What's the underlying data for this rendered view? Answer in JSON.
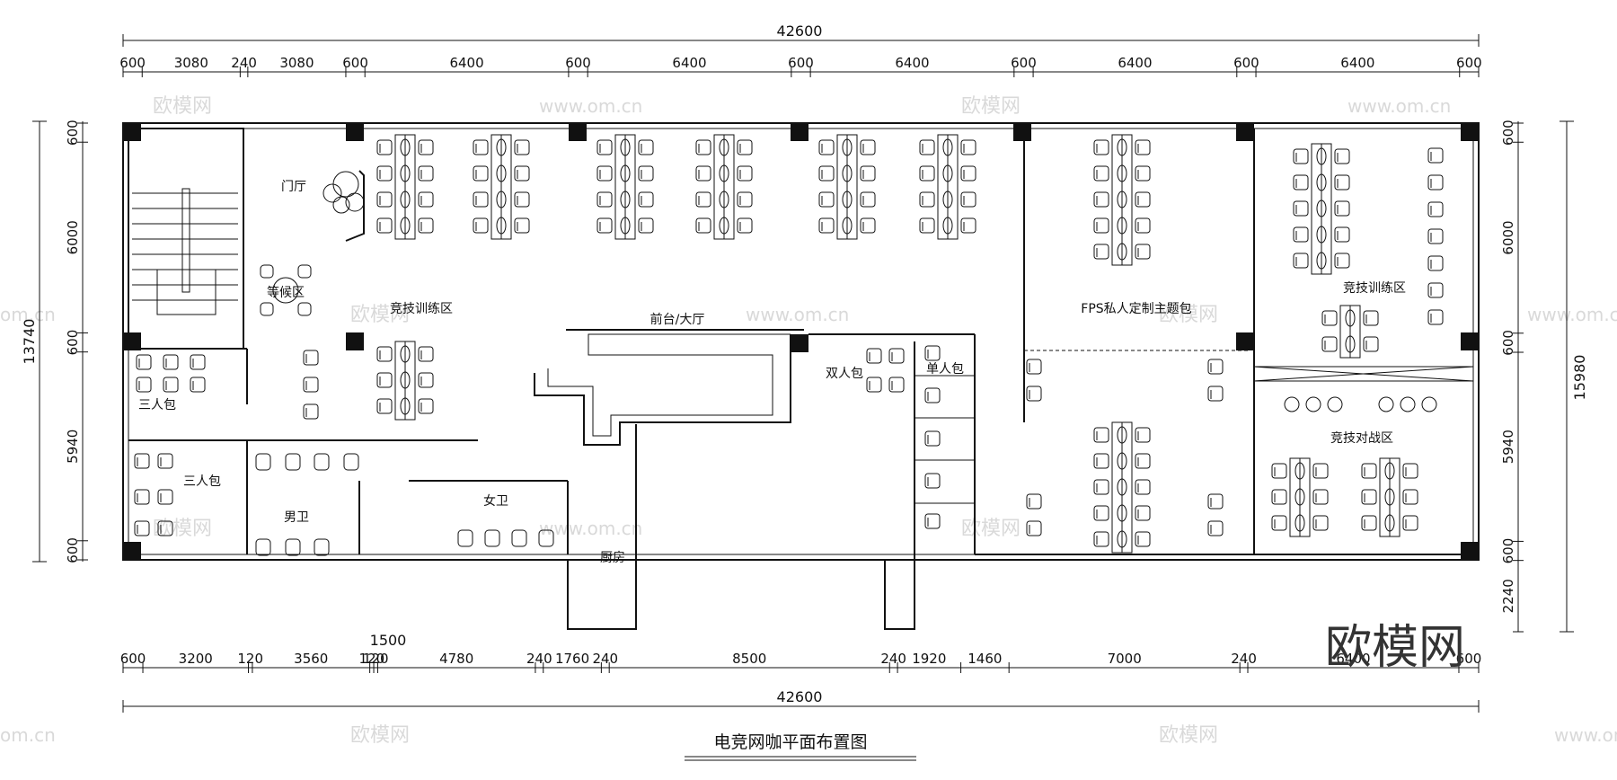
{
  "drawing": {
    "title": "电竞网咖平面布置图",
    "overall_top": "42600",
    "overall_bottom": "42600",
    "overall_left": "13740",
    "overall_right": "15980"
  },
  "dims_top": [
    "600",
    "3080",
    "240",
    "3080",
    "600",
    "6400",
    "600",
    "6400",
    "600",
    "6400",
    "600",
    "6400",
    "600",
    "6400",
    "600"
  ],
  "dims_bottom": [
    "600",
    "3200",
    "120",
    "3560",
    "120",
    "120",
    "4780",
    "240",
    "1760",
    "240",
    "8500",
    "240",
    "1920",
    "1460",
    "7000",
    "240",
    "6400",
    "600"
  ],
  "dim_bottom_extra": "1500",
  "dims_left": [
    "600",
    "6000",
    "600",
    "5940",
    "600"
  ],
  "dims_right": [
    "600",
    "6000",
    "600",
    "5940",
    "600",
    "2240"
  ],
  "rooms": {
    "lobby": "门厅",
    "waiting": "等候区",
    "training_left": "竞技训练区",
    "reception": "前台/大厅",
    "fps": "FPS私人定制主题包",
    "training_right": "竞技训练区",
    "battle": "竞技对战区",
    "triple_1": "三人包",
    "triple_2": "三人包",
    "double": "双人包",
    "single": "单人包",
    "men_wc": "男卫",
    "women_wc": "女卫",
    "kitchen": "厨房"
  },
  "watermarks": {
    "site_cn": "欧模网",
    "site_url": "www.om.cn",
    "site_url_short": "om.cn"
  },
  "brand_mark": "欧模网",
  "colors": {
    "line": "#111111",
    "watermark": "#d9d9d9",
    "brand": "#333333"
  }
}
